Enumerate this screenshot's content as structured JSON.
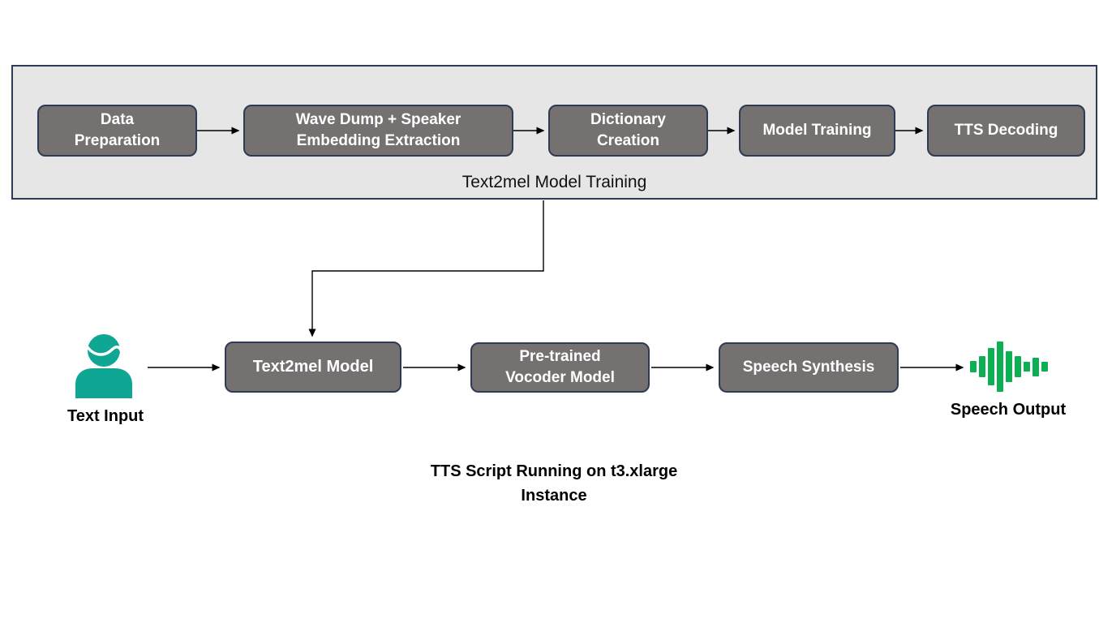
{
  "top_group": {
    "label": "Text2mel Model Training",
    "steps": [
      {
        "label": "Data Preparation"
      },
      {
        "label": "Wave Dump + Speaker Embedding Extraction"
      },
      {
        "label": "Dictionary Creation"
      },
      {
        "label": "Model Training"
      },
      {
        "label": "TTS Decoding"
      }
    ]
  },
  "bottom_flow": {
    "input_label": "Text Input",
    "steps": [
      {
        "label": "Text2mel Model"
      },
      {
        "label": "Pre-trained Vocoder Model"
      },
      {
        "label": "Speech Synthesis"
      }
    ],
    "output_label": "Speech Output"
  },
  "caption": "TTS Script Running on t3.xlarge Instance",
  "icons": {
    "person": "person-icon",
    "waveform": "audio-waveform-icon"
  },
  "colors": {
    "box_fill": "#767171",
    "box_border": "#2e3b55",
    "group_fill": "#e7e6e6",
    "person_teal": "#0fa693",
    "wave_green": "#0cb053",
    "arrow": "#000000",
    "text_on_box": "#ffffff"
  }
}
